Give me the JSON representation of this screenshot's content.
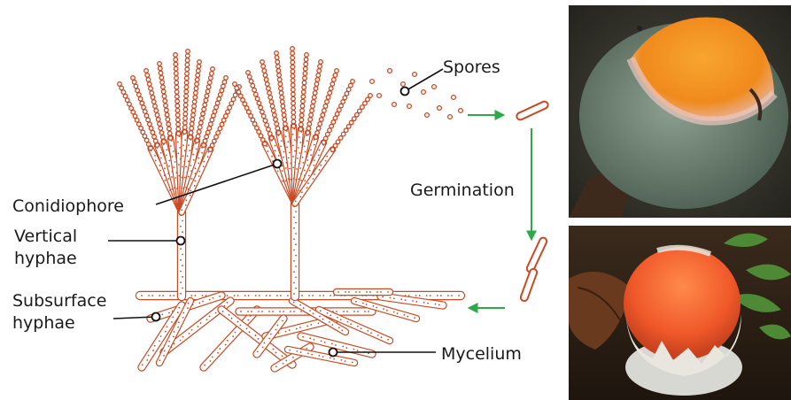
{
  "labels": {
    "spores": "Spores",
    "germination": "Germination",
    "conidiophore": "Conidiophore",
    "vertical_hyphae": [
      "Vertical",
      "hyphae"
    ],
    "subsurface_hyphae": [
      "Subsurface",
      "hyphae"
    ],
    "mycelium": "Mycelium"
  },
  "colors": {
    "hyphae": "#c84b24",
    "arrow": "#2fa84a",
    "leader": "#111111"
  },
  "photos": [
    {
      "subject": "orange fruit covered with blue-green mold"
    },
    {
      "subject": "orange mushroom cap emerging from white egg on forest floor"
    }
  ]
}
